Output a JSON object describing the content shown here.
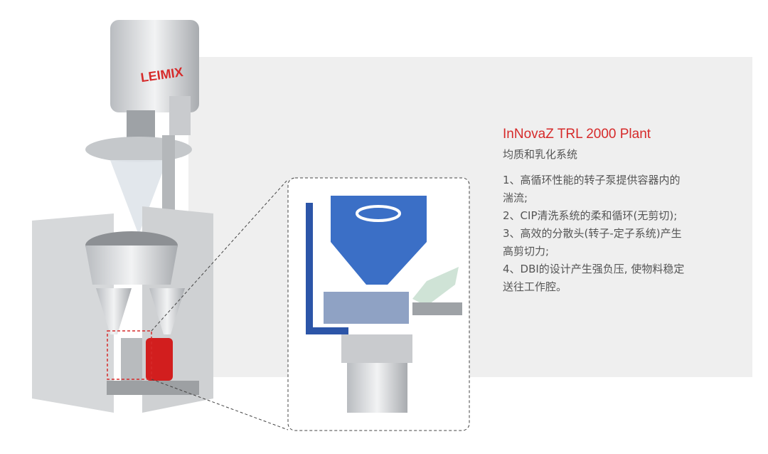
{
  "brand_logo": "LEIMIX",
  "product": {
    "title": "InNovaZ TRL 2000 Plant",
    "subtitle": "均质和乳化系统",
    "features_lines": [
      "1、高循环性能的转子泵提供容器内的",
      "湍流;",
      "2、CIP清洗系统的柔和循环(无剪切);",
      "3、高效的分散头(转子-定子系统)产生",
      "高剪切力;",
      "4、DBI的设计产生强负压, 使物料稳定",
      "送往工作腔。"
    ]
  },
  "colors": {
    "accent": "#d62a2a",
    "panel": "#efefef",
    "cutaway_blue": "#3b6fc6"
  }
}
